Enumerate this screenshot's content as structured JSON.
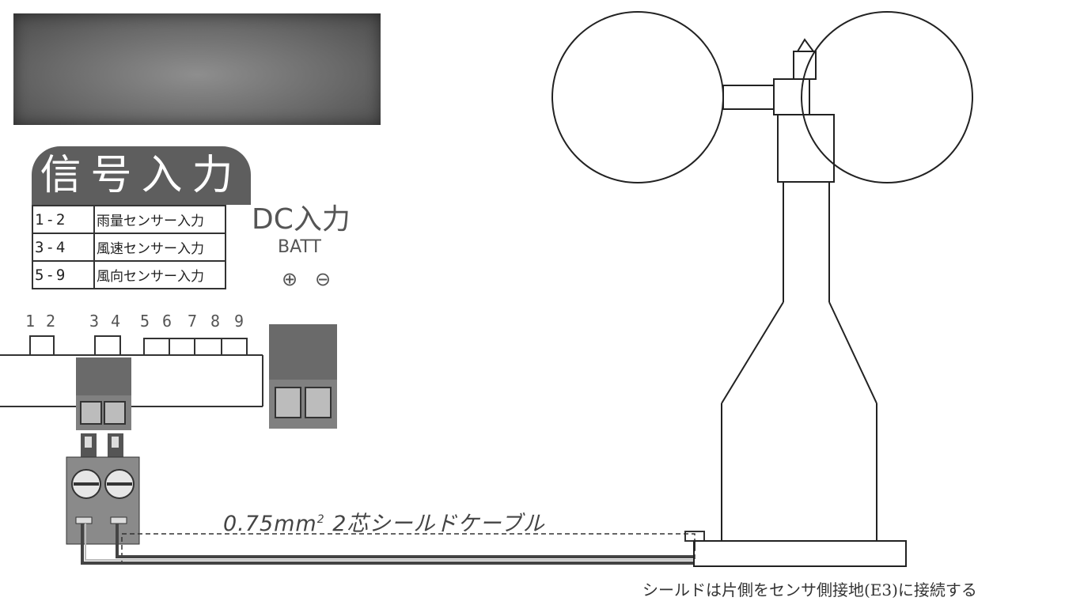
{
  "signal_panel": {
    "title": "信号入力",
    "rows": [
      {
        "pins": "1-2",
        "desc": "雨量センサー入力"
      },
      {
        "pins": "3-4",
        "desc": "風速センサー入力"
      },
      {
        "pins": "5-9",
        "desc": "風向センサー入力"
      }
    ]
  },
  "dc_panel": {
    "title": "DC入力",
    "label": "BATT",
    "plus_symbol": "⊕",
    "minus_symbol": "⊖"
  },
  "terminal_numbers": [
    "1",
    "2",
    "3",
    "4",
    "5",
    "6",
    "7",
    "8",
    "9"
  ],
  "cable": {
    "label_prefix": "0.75mm",
    "label_sup": "2",
    "label_suffix": " 2芯シールドケーブル"
  },
  "note": "シールドは片側をセンサ側接地(E3)に接続する",
  "colors": {
    "display": "#6a6a6a",
    "title_bg": "#5e5e5e",
    "connector": "#666666",
    "line": "#333333"
  }
}
